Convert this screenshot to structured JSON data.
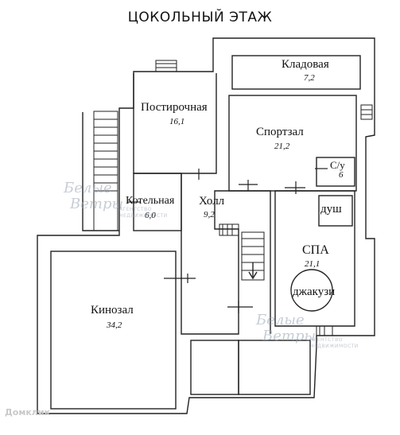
{
  "title": "ЦОКОЛЬНЫЙ ЭТАЖ",
  "rooms": {
    "storage": {
      "name": "Кладовая",
      "area": "7,2"
    },
    "laundry": {
      "name": "Постирочная",
      "area": "16,1"
    },
    "gym": {
      "name": "Спортзал",
      "area": "21,2"
    },
    "wc": {
      "name": "С/у",
      "area": "6"
    },
    "boiler": {
      "name": "Котельная",
      "area": "6,0"
    },
    "hall": {
      "name": "Холл",
      "area": "9,2"
    },
    "shower": {
      "name": "душ"
    },
    "spa": {
      "name": "СПА",
      "area": "21,1"
    },
    "jacuzzi": {
      "name": "джакузи"
    },
    "cinema": {
      "name": "Кинозал",
      "area": "34,2"
    }
  },
  "watermark": {
    "brand_line1": "Белые",
    "brand_line2": "Ветры",
    "sub1": "АГЕНТСТВО",
    "sub2": "НЕДВИЖИМОСТИ"
  },
  "source_mark": "Домклик"
}
